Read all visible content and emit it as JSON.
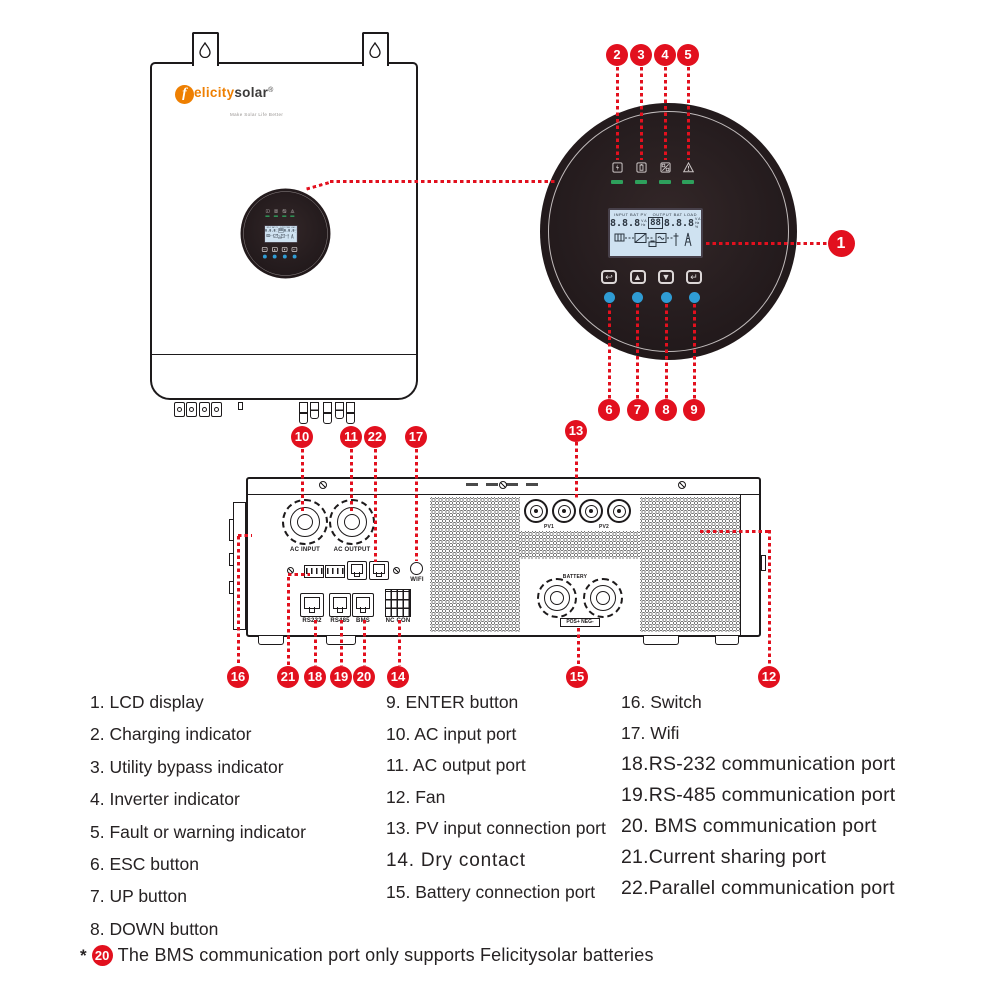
{
  "brand": {
    "logo_f": "f",
    "logo_part1": "elicity",
    "logo_part2": "solar",
    "logo_reg": "®",
    "tagline": "Make Solar Life Better"
  },
  "panel": {
    "indicator_icons": [
      "charging",
      "utility-bypass",
      "inverter",
      "fault-warning"
    ],
    "lcd": {
      "top_left": "INPUT BAT PV",
      "top_right": "OUTPUT BAT LOAD",
      "left_value": "8.8.8",
      "left_units": "V A Hz",
      "center_value": "88",
      "right_value": "8.8.8",
      "right_units": "V A Hz %"
    },
    "buttons": {
      "esc": "↩",
      "up": "▲",
      "down": "▼",
      "enter": "↵"
    }
  },
  "ports": {
    "ac_input": "AC INPUT",
    "ac_output": "AC OUTPUT",
    "wifi": "WIFI",
    "rs232": "RS232",
    "rs485": "RS485",
    "bms": "BMS",
    "nc_con": "NC CON",
    "pv1": "PV1",
    "pv2": "PV2",
    "battery": "BATTERY",
    "pos_neg": "POS+ NEG-"
  },
  "callouts": {
    "n1": "1",
    "n2": "2",
    "n3": "3",
    "n4": "4",
    "n5": "5",
    "n6": "6",
    "n7": "7",
    "n8": "8",
    "n9": "9",
    "n10": "10",
    "n11": "11",
    "n12": "12",
    "n13": "13",
    "n14": "14",
    "n15": "15",
    "n16": "16",
    "n17": "17",
    "n18": "18",
    "n19": "19",
    "n20": "20",
    "n21": "21",
    "n22": "22"
  },
  "legend": {
    "col1": [
      "1. LCD display",
      "2. Charging indicator",
      "3. Utility bypass indicator",
      "4. Inverter indicator",
      "5. Fault or warning indicator",
      "6. ESC button",
      "7. UP button",
      "8. DOWN button"
    ],
    "col2": [
      "9. ENTER button",
      "10. AC input port",
      "11. AC output port",
      "12. Fan",
      "13. PV input connection port",
      "14. Dry contact",
      "15. Battery connection port"
    ],
    "col3": [
      "16. Switch",
      "17. Wifi",
      "18.RS-232 communication port",
      "19.RS-485 communication port",
      "20. BMS communication port",
      "21.Current sharing port",
      "22.Parallel communication port"
    ]
  },
  "footnote": {
    "star": "*",
    "num": "20",
    "text": "The BMS communication port only supports Felicitysolar batteries"
  },
  "colors": {
    "accent_red": "#e2101e",
    "led_green": "#2ea05c",
    "button_blue": "#2f9cd4",
    "lcd_bg": "#cfe2f1",
    "logo_orange": "#ee7f01",
    "line_black": "#1d1a1b"
  }
}
